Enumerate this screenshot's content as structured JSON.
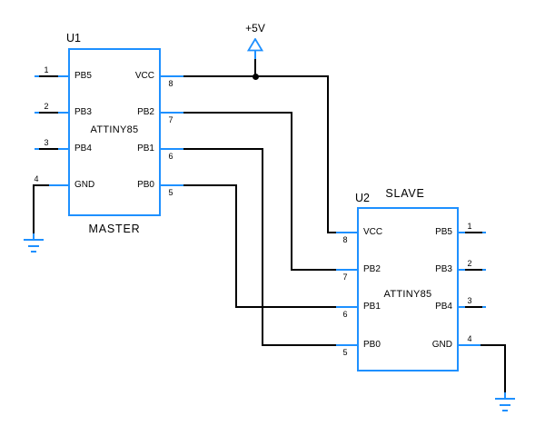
{
  "diagram": {
    "power_rail_label": "+5V",
    "accent_color": "#1E90FF",
    "wire_color": "#000000",
    "nets": [
      {
        "net": "+5V",
        "pins": [
          "U1 pin 8 (VCC)",
          "U2 pin 8 (VCC)"
        ]
      },
      {
        "net": "wire",
        "pins": [
          "U1 pin 7 (PB2)",
          "U2 pin 7 (PB2)"
        ]
      },
      {
        "net": "wire",
        "pins": [
          "U1 pin 6 (PB1)",
          "U2 pin 5 (PB0)"
        ]
      },
      {
        "net": "wire",
        "pins": [
          "U1 pin 5 (PB0)",
          "U2 pin 6 (PB1)"
        ]
      },
      {
        "net": "GND",
        "pins": [
          "U1 pin 4 (GND)",
          "earth ground symbol"
        ]
      },
      {
        "net": "GND",
        "pins": [
          "U2 pin 4 (GND)",
          "earth ground symbol"
        ]
      }
    ]
  },
  "u1": {
    "ref": "U1",
    "part": "ATTINY85",
    "role": "MASTER",
    "left_pins": [
      {
        "number": "1",
        "label": "PB5"
      },
      {
        "number": "2",
        "label": "PB3"
      },
      {
        "number": "3",
        "label": "PB4"
      },
      {
        "number": "4",
        "label": "GND"
      }
    ],
    "right_pins": [
      {
        "number": "8",
        "label": "VCC"
      },
      {
        "number": "7",
        "label": "PB2"
      },
      {
        "number": "6",
        "label": "PB1"
      },
      {
        "number": "5",
        "label": "PB0"
      }
    ]
  },
  "u2": {
    "ref": "U2",
    "part": "ATTINY85",
    "role": "SLAVE",
    "left_pins": [
      {
        "number": "8",
        "label": "VCC"
      },
      {
        "number": "7",
        "label": "PB2"
      },
      {
        "number": "6",
        "label": "PB1"
      },
      {
        "number": "5",
        "label": "PB0"
      }
    ],
    "right_pins": [
      {
        "number": "1",
        "label": "PB5"
      },
      {
        "number": "2",
        "label": "PB3"
      },
      {
        "number": "3",
        "label": "PB4"
      },
      {
        "number": "4",
        "label": "GND"
      }
    ]
  }
}
